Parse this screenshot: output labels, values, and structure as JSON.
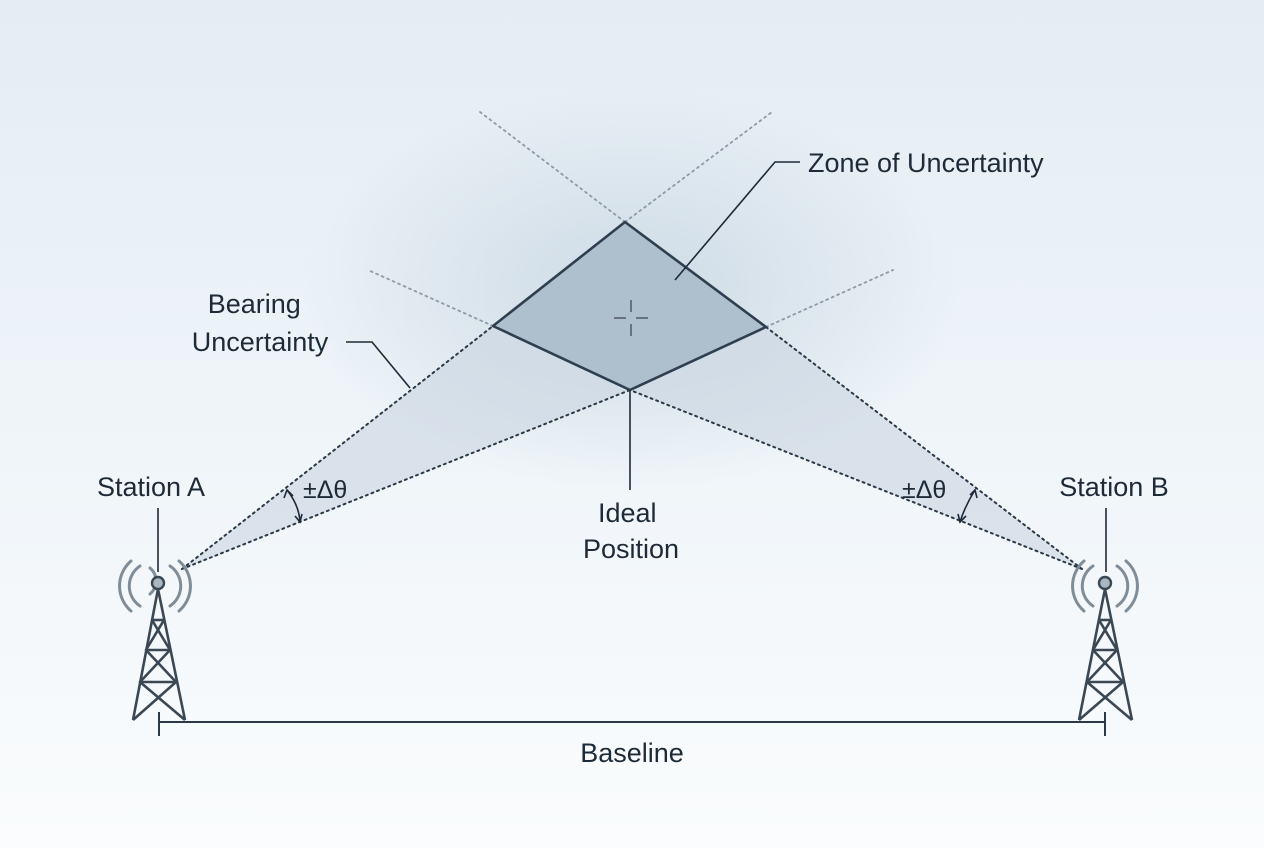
{
  "labels": {
    "zone": "Zone of Uncertainty",
    "bearing_line1": "Bearing",
    "bearing_line2": "Uncertainty",
    "ideal_line1": "Ideal",
    "ideal_line2": "Position",
    "station_a": "Station A",
    "station_b": "Station B",
    "delta_a": "±Δθ",
    "delta_b": "±Δθ",
    "baseline": "Baseline"
  },
  "colors": {
    "background_top": "#e4edf4",
    "background_bottom": "#fafcfd",
    "zone_fill": "#aebfcd",
    "zone_stroke": "#2f3f50",
    "wedge_fill": "#c9d6e1",
    "line": "#2b3947"
  },
  "icons": [
    "radio-tower-icon",
    "signal-waves-icon",
    "crosshair-icon",
    "double-arrow-icon"
  ]
}
